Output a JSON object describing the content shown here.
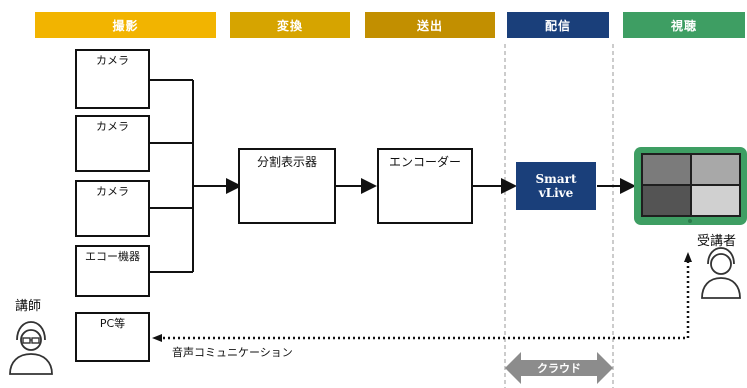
{
  "phases": [
    {
      "label": "撮影",
      "color": "#F2B400"
    },
    {
      "label": "変換",
      "color": "#D6A400"
    },
    {
      "label": "送出",
      "color": "#C28F00"
    },
    {
      "label": "配信",
      "color": "#1A3F7A"
    },
    {
      "label": "視聴",
      "color": "#3E9E63"
    }
  ],
  "devices": {
    "camera_1": "カメラ",
    "camera_2": "カメラ",
    "camera_3": "カメラ",
    "echo": "エコー機器",
    "pc": "PC等",
    "splitter": "分割表示器",
    "encoder": "エンコーダー",
    "smart_vlive_line1": "Smart",
    "smart_vlive_line2": "vLive"
  },
  "people": {
    "lecturer": "講師",
    "attendee": "受講者"
  },
  "labels": {
    "audio_comm": "音声コミュニケーション",
    "cloud": "クラウド"
  },
  "colors": {
    "smart_vlive_bg": "#1A3F7A",
    "tablet_frame": "#3E9E63",
    "cloud_arrow": "#8C8C8C"
  }
}
